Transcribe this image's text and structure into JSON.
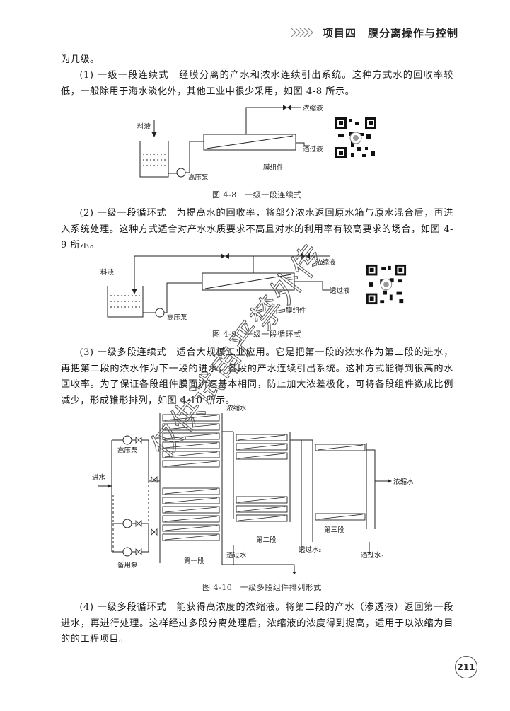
{
  "header": {
    "title": "项目四　膜分离操作与控制"
  },
  "paragraphs": {
    "p0": "为几级。",
    "p1": "(1) 一级一段连续式　经膜分离的产水和浓水连续引出系统。这种方式水的回收率较低，一般除用于海水淡化外，其他工业中很少采用，如图 4-8 所示。",
    "p2": "(2) 一级一段循环式　为提高水的回收率，将部分浓水返回原水箱与原水混合后，再进入系统处理。这种方式适合对产水水质要求不高且对水的利用率有较高要求的场合，如图 4-9 所示。",
    "p3": "(3) 一级多段连续式　适合大规模工业应用。它是把第一段的浓水作为第二段的进水，再把第二段的浓水作为下一段的进水，各段的产水连续引出系统。这种方式能得到很高的水回收率。为了保证各段组件膜面流速基本相同，防止加大浓差极化，可将各段组件数成比例减少，形成锥形排列，如图 4-10 所示。",
    "p4": "(4) 一级多段循环式　能获得高浓度的浓缩液。将第二段的产水（渗透液）返回第一段进水，再进行处理。这样经过多段分离处理后，浓缩液的浓度得到提高，适用于以浓缩为目的的工程项目。"
  },
  "fig48": {
    "caption": "图 4-8　一级一段连续式",
    "feed": "料液",
    "pump": "高压泵",
    "concentrate": "浓缩液",
    "permeate": "透过液",
    "module": "膜组件"
  },
  "fig49": {
    "caption": "图 4-9　一级一段循环式",
    "feed": "料液",
    "pump": "高压泵",
    "concentrate": "浓缩液",
    "permeate": "透过液",
    "module": "膜组件"
  },
  "fig410": {
    "caption": "图 4-10　一级多段组件排列形式",
    "inlet": "进水",
    "pump": "高压泵",
    "standby": "备用泵",
    "conc_top": "浓缩水",
    "conc_right": "浓缩水",
    "stage1": "第一段",
    "stage2": "第二段",
    "stage3": "第三段",
    "perm1": "透过水₁",
    "perm2": "透过水₂",
    "perm3": "透过水₃"
  },
  "watermark": "仅供试审严禁外传",
  "page_number": "211"
}
